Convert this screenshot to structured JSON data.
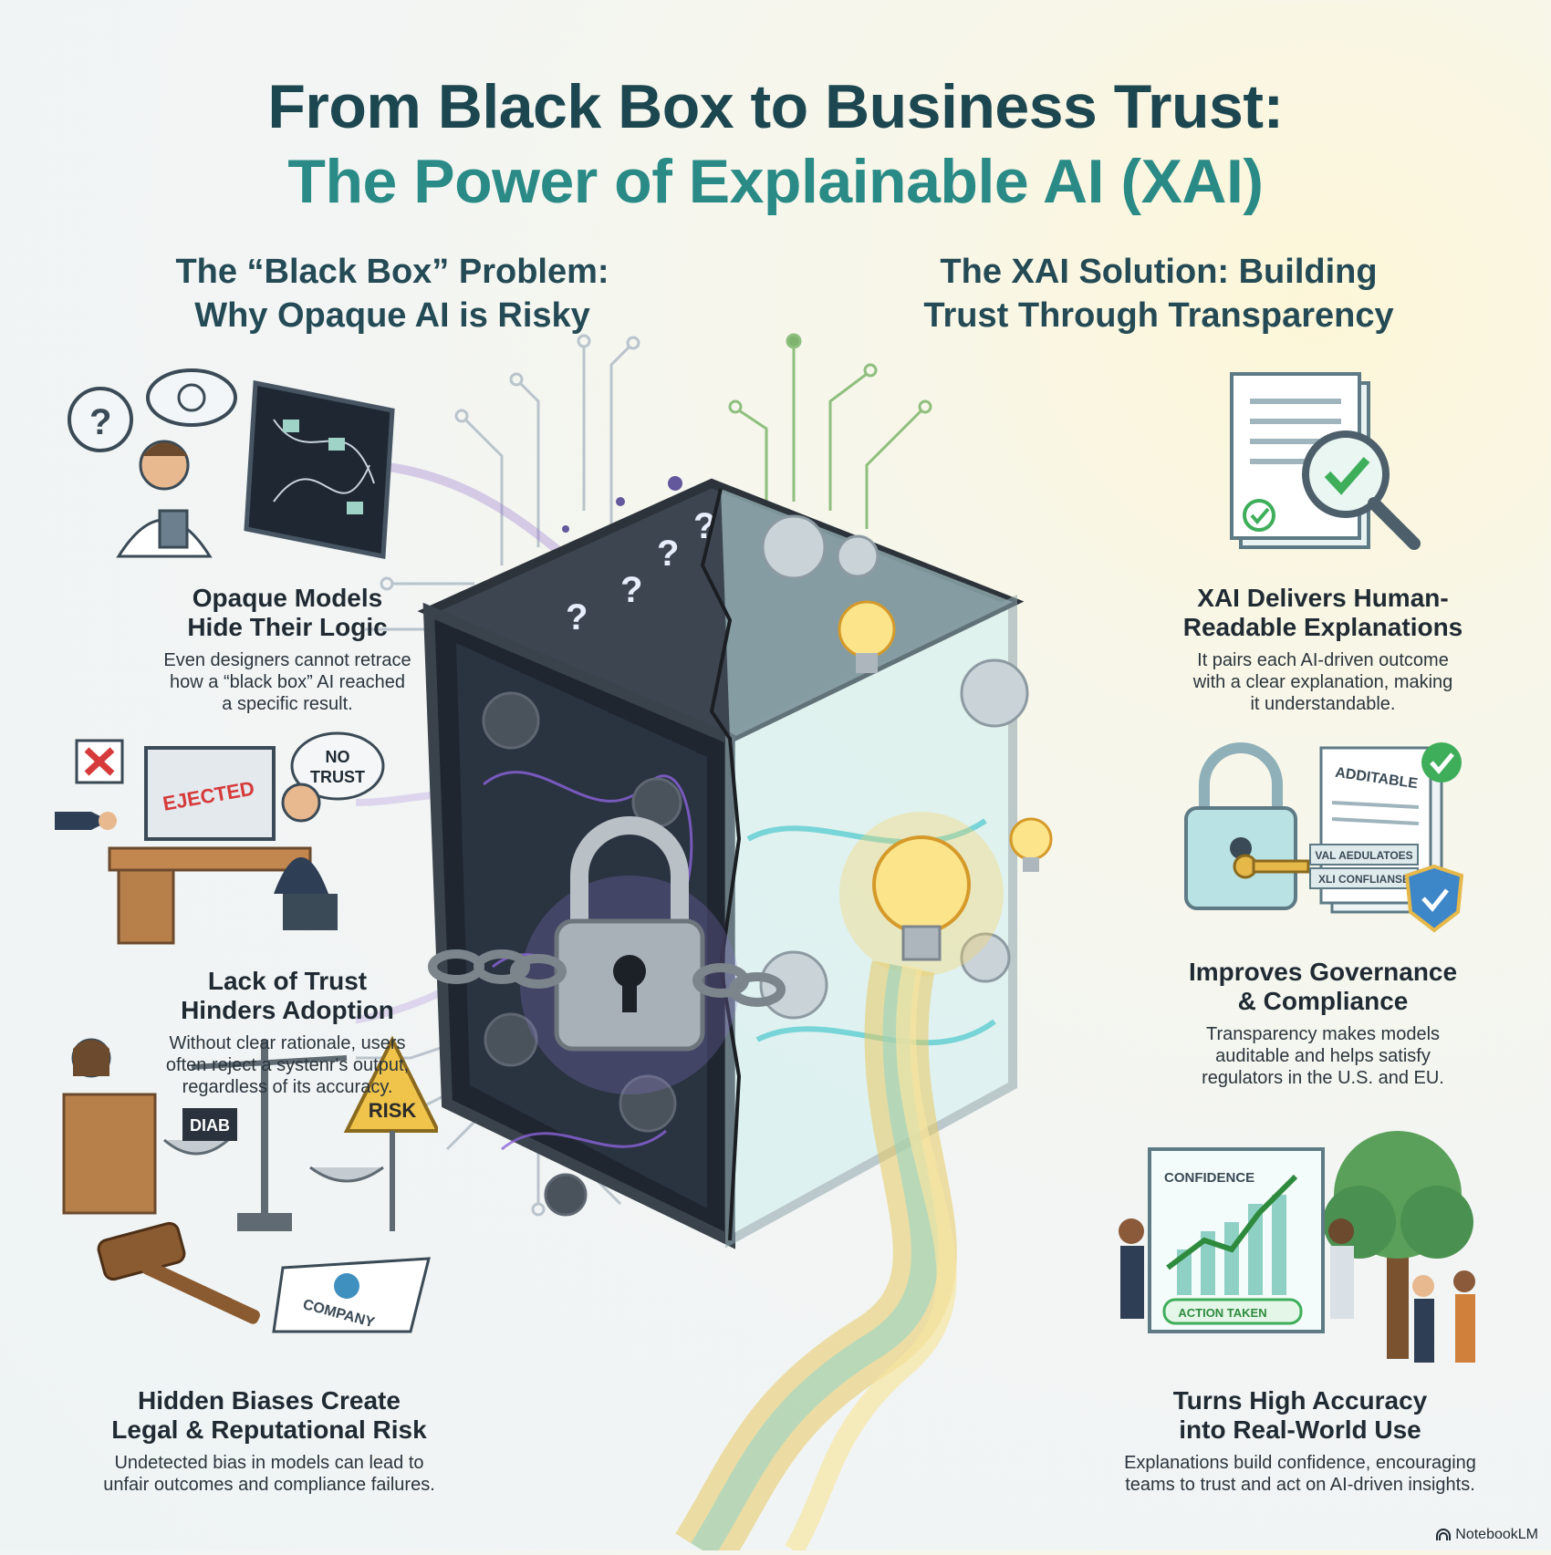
{
  "title": {
    "line1": "From Black Box to Business Trust:",
    "line2": "The Power of Explainable AI (XAI)"
  },
  "left": {
    "heading_line1": "The “Black Box” Problem:",
    "heading_line2": "Why Opaque AI is Risky",
    "items": [
      {
        "title_line1": "Opaque Models",
        "title_line2": "Hide Their Logic",
        "desc_line1": "Even designers cannot retrace",
        "desc_line2": "how a “black box” AI reached",
        "desc_line3": "a specific result."
      },
      {
        "title_line1": "Lack of Trust",
        "title_line2": "Hinders Adoption",
        "desc_line1": "Without clear rationale, users",
        "desc_line2": "often reject a systenr's output,",
        "desc_line3": "regardless of its accuracy."
      },
      {
        "title_line1": "Hidden Biases Create",
        "title_line2": "Legal & Reputational Risk",
        "desc_line1": "Undetected bias in models can lead to",
        "desc_line2": "unfair outcomes and compliance failures."
      }
    ]
  },
  "right": {
    "heading_line1": "The XAI Solution: Building",
    "heading_line2": "Trust Through Transparency",
    "items": [
      {
        "title_line1": "XAI Delivers Human-",
        "title_line2": "Readable Explanations",
        "desc_line1": "It pairs each AI-driven outcome",
        "desc_line2": "with a clear explanation, making",
        "desc_line3": "it understandable."
      },
      {
        "title_line1": "Improves Governance",
        "title_line2": "& Compliance",
        "desc_line1": "Transparency makes models",
        "desc_line2": "auditable and helps satisfy",
        "desc_line3": "regulators in the U.S. and EU."
      },
      {
        "title_line1": "Turns High Accuracy",
        "title_line2": "into Real-World Use",
        "desc_line1": "Explanations build confidence, encouraging",
        "desc_line2": "teams to trust and act on AI-driven insights."
      }
    ]
  },
  "illustration_text": {
    "bubble_no_trust_line1": "NO",
    "bubble_no_trust_line2": "TRUST",
    "monitor_stamp": "EJECTED",
    "bias_block": "DIAB",
    "risk_sign": "RISK",
    "company_paper": "COMPANY",
    "audit_doc_title": "ADDITABLE",
    "audit_doc_line1": "VAL AEDULATOES",
    "audit_doc_line2": "XLI CONFLIANSE",
    "dashboard_title": "CONFIDENCE",
    "dashboard_action": "ACTION TAKEN",
    "question_mark": "?"
  },
  "brand": "NotebookLM",
  "colors": {
    "title_dark": "#1d4750",
    "title_teal": "#2a8a86",
    "heading": "#244a55",
    "glow": "#f6d36a",
    "check_green": "#3fae5a",
    "danger_red": "#d63a3a"
  },
  "icons": [
    "question-bubble-icon",
    "thought-cloud-icon",
    "padlock-icon",
    "lightbulb-icon",
    "gear-icon",
    "magnifier-check-icon",
    "key-icon",
    "shield-check-icon",
    "gavel-icon",
    "scales-icon",
    "warning-sign-icon",
    "tree-icon",
    "checkmark-icon",
    "notebooklm-logo-icon"
  ]
}
